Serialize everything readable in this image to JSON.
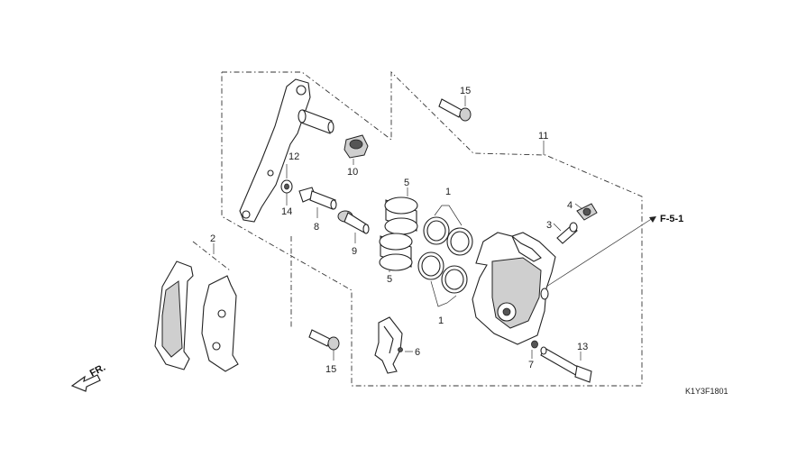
{
  "callouts": {
    "c1_top": "1",
    "c1_bottom": "1",
    "c2": "2",
    "c3": "3",
    "c4": "4",
    "c5_top": "5",
    "c5_bottom": "5",
    "c6": "6",
    "c7": "7",
    "c8": "8",
    "c9": "9",
    "c10": "10",
    "c11": "11",
    "c12": "12",
    "c13": "13",
    "c14": "14",
    "c15_top": "15",
    "c15_bottom": "15"
  },
  "reference_label": "F-5-1",
  "direction_label": "FR.",
  "diagram_code": "K1Y3F1801",
  "colors": {
    "line": "#222222",
    "fill_light": "#ffffff",
    "fill_shade": "#cfcfcf",
    "fill_dark": "#555555"
  }
}
